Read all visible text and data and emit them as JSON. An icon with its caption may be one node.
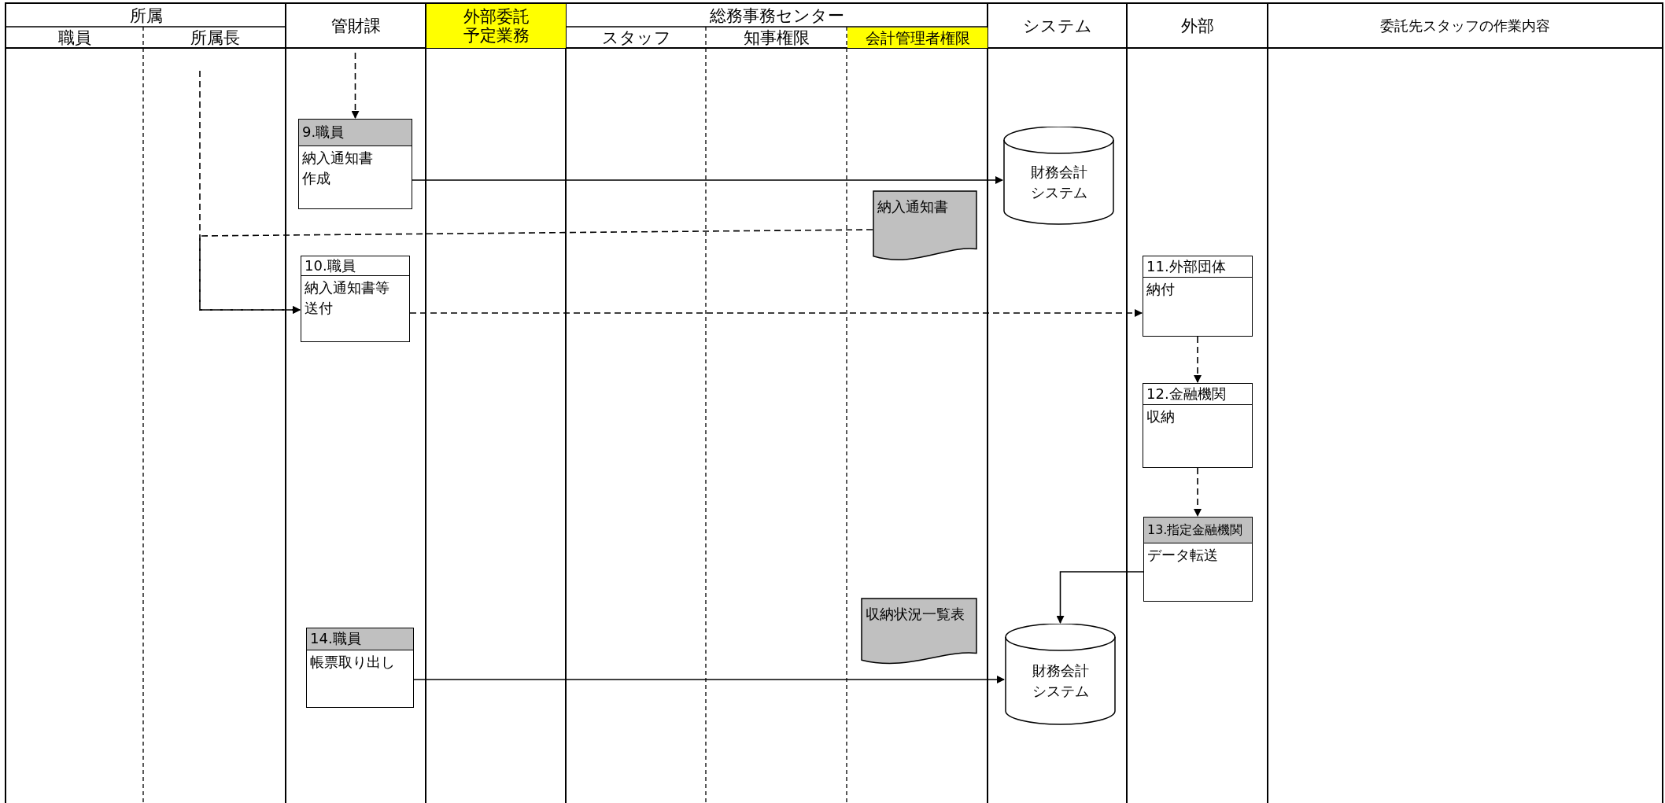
{
  "diagram": {
    "nodes": [
      {
        "text": [
          "9.職員",
          "納入通知書作成"
        ]
      },
      {
        "text": [
          "財務会計システム"
        ]
      },
      {
        "text": [
          "納入通知書"
        ]
      },
      {
        "text": [
          "10.職員",
          "納入通知書等送付"
        ]
      },
      {
        "text": [
          "11.外部団体",
          "納付"
        ]
      },
      {
        "text": [
          "12.金融機関",
          "収納"
        ]
      },
      {
        "text": [
          "13.指定金融機関",
          "データ転送"
        ]
      },
      {
        "text": [
          "収納状況一覧表"
        ]
      },
      {
        "text": [
          "14.職員",
          "帳票取り出し"
        ]
      },
      {
        "text": [
          "財務会計システム"
        ]
      }
    ],
    "edges": [
      {
        "from": null,
        "to": 0,
        "arrow": "to",
        "style": "dashed"
      },
      {
        "from": 0,
        "to": 1,
        "arrow": "to"
      },
      {
        "from": 2,
        "to": 3,
        "arrow": "to",
        "style": "dashed"
      },
      {
        "from": null,
        "to": 3,
        "arrow": "to",
        "style": "dashed"
      },
      {
        "from": 3,
        "to": 4,
        "arrow": "to",
        "style": "dashed"
      },
      {
        "from": 4,
        "to": 5,
        "arrow": "to",
        "style": "dashed"
      },
      {
        "from": 5,
        "to": 6,
        "arrow": "to",
        "style": "dashed"
      },
      {
        "from": 6,
        "to": 9,
        "arrow": "to"
      },
      {
        "from": 8,
        "to": 9,
        "arrow": "to"
      }
    ],
    "labels": [
      "所属",
      "管財課",
      "外部委託予定業務",
      "総務事務センター",
      "システム",
      "外部",
      "委託先スタッフの作業内容",
      "職員",
      "所属長",
      "スタッフ",
      "知事権限",
      "会計管理者権限"
    ]
  }
}
